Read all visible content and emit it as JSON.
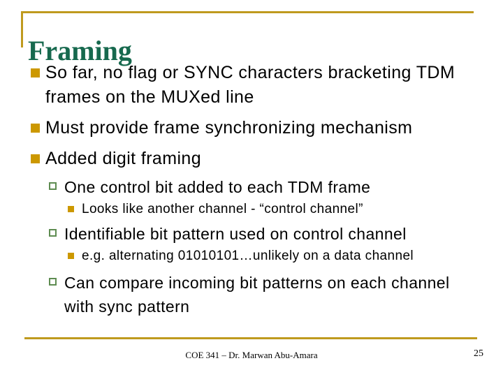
{
  "slide": {
    "title": "Framing",
    "bullets": [
      {
        "level": 1,
        "text": "So far, no flag or SYNC characters bracketing TDM frames on the MUXed line"
      },
      {
        "level": 1,
        "text": "Must provide frame synchronizing mechanism"
      },
      {
        "level": 1,
        "text": "Added digit framing"
      },
      {
        "level": 2,
        "text": "One control bit added to each TDM frame"
      },
      {
        "level": 3,
        "text": "Looks like another channel - “control channel”"
      },
      {
        "level": 2,
        "text": "Identifiable bit pattern used on control channel"
      },
      {
        "level": 3,
        "text": "e.g. alternating 01010101…unlikely on a data channel"
      },
      {
        "level": 2,
        "text": "Can compare incoming bit patterns on each channel with sync pattern"
      }
    ],
    "footer": {
      "course": "COE 341 – Dr. Marwan Abu-Amara",
      "page_number": "25"
    },
    "colors": {
      "accent_gold": "#BF9A1E",
      "bullet_gold": "#CC9800",
      "title_green": "#17694E",
      "hollow_bullet_green": "#5E8C51",
      "text": "#000000",
      "background": "#FFFFFF"
    }
  }
}
